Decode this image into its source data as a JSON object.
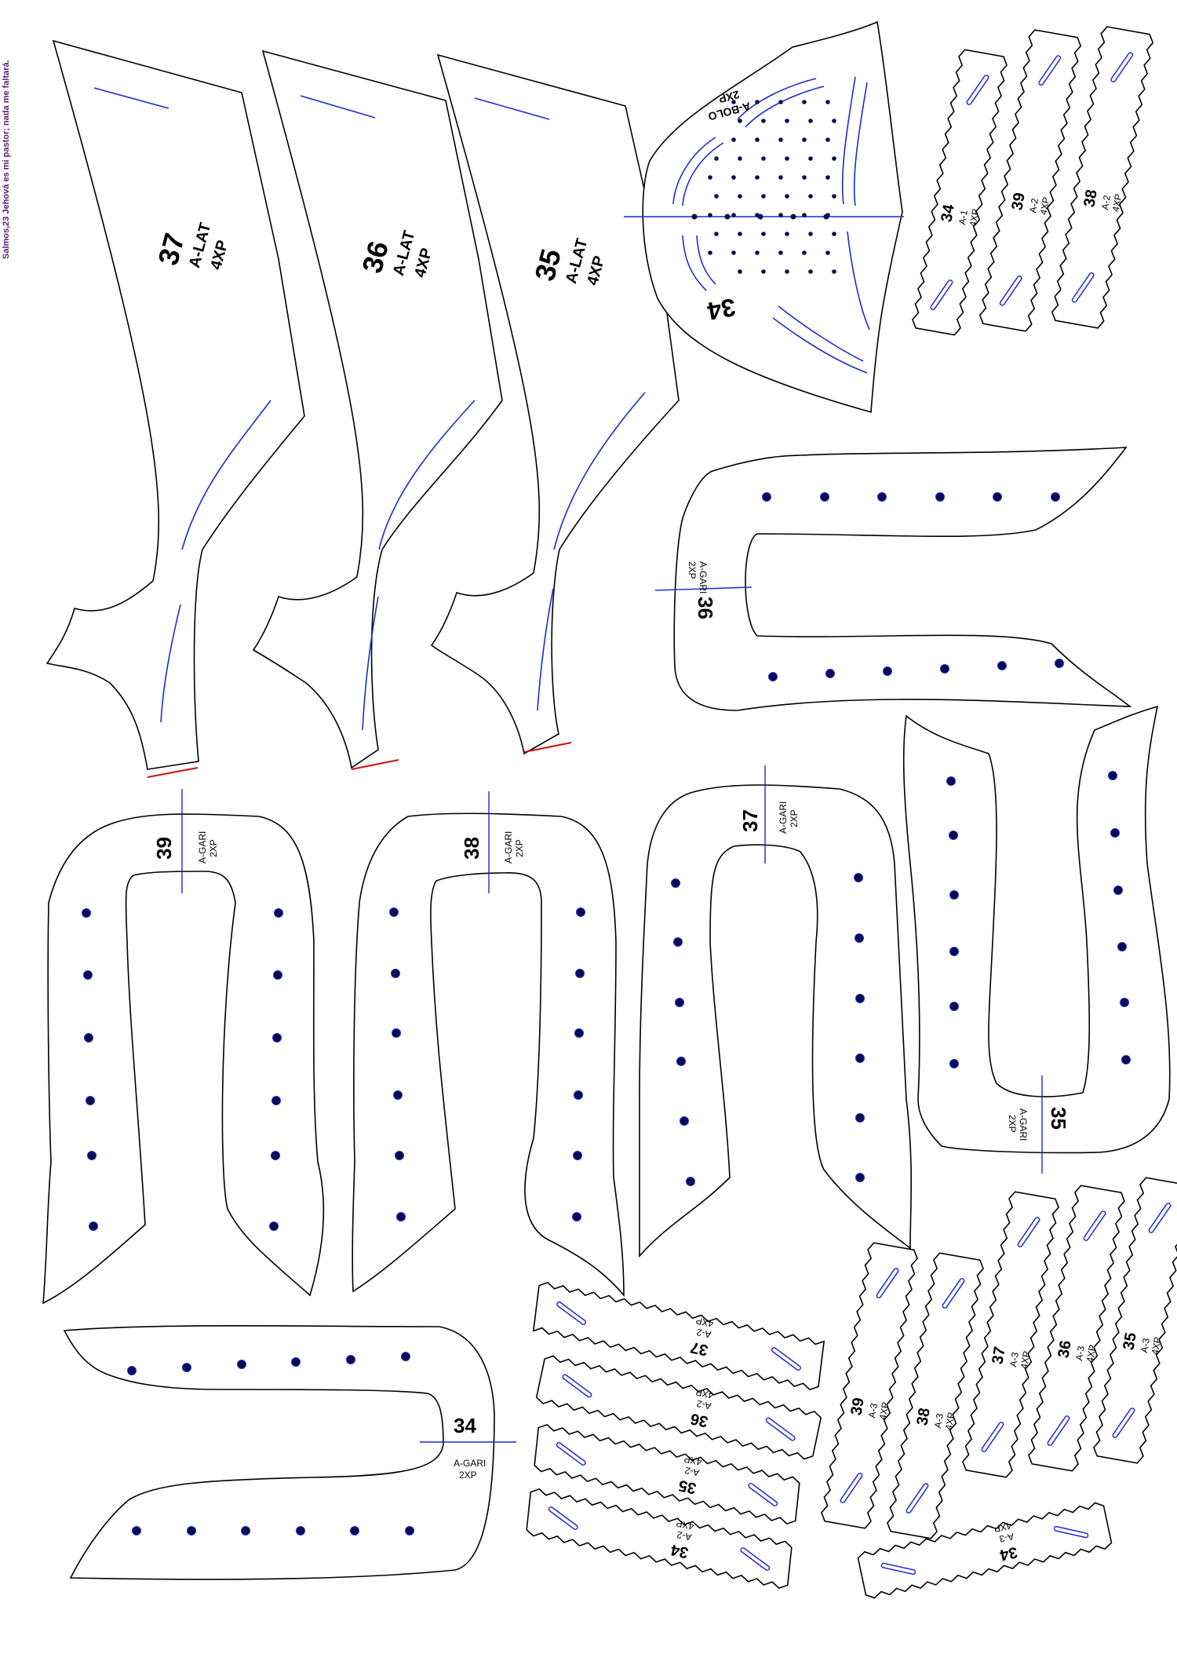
{
  "note": "Salmos,23 Jehová es mi pastor; nada me faltará.",
  "colors": {
    "line": "#000000",
    "guide": "#1f2ad0",
    "hole": "#0a0a50",
    "edge_mark": "#d01010",
    "note": "#5b1a6e"
  },
  "lat": [
    {
      "size": "37",
      "code": "A-LAT",
      "qty": "4XP"
    },
    {
      "size": "36",
      "code": "A-LAT",
      "qty": "4XP"
    },
    {
      "size": "35",
      "code": "A-LAT",
      "qty": "4XP"
    }
  ],
  "bolo": {
    "size": "34",
    "code": "A-BOLO",
    "qty": "2XP"
  },
  "gari": [
    {
      "size": "36",
      "code": "A-GARI",
      "qty": "2XP"
    },
    {
      "size": "39",
      "code": "A-GARI",
      "qty": "2XP"
    },
    {
      "size": "38",
      "code": "A-GARI",
      "qty": "2XP"
    },
    {
      "size": "37",
      "code": "A-GARI",
      "qty": "2XP"
    },
    {
      "size": "35",
      "code": "A-GARI",
      "qty": "2XP"
    },
    {
      "size": "34",
      "code": "A-GARI",
      "qty": "2XP"
    }
  ],
  "strips_top": [
    {
      "size": "34",
      "code": "A-1",
      "qty": "4XP"
    },
    {
      "size": "39",
      "code": "A-2",
      "qty": "4XP"
    },
    {
      "size": "38",
      "code": "A-2",
      "qty": "4XP"
    }
  ],
  "strips_a2": [
    {
      "size": "37",
      "code": "A-2",
      "qty": "4XP"
    },
    {
      "size": "36",
      "code": "A-2",
      "qty": "4XP"
    },
    {
      "size": "35",
      "code": "A-2",
      "qty": "4XP"
    },
    {
      "size": "34",
      "code": "A-2",
      "qty": "4XP"
    }
  ],
  "strips_a3": [
    {
      "size": "39",
      "code": "A-3",
      "qty": "4XP"
    },
    {
      "size": "38",
      "code": "A-3",
      "qty": "4XP"
    },
    {
      "size": "37",
      "code": "A-3",
      "qty": "4XP"
    },
    {
      "size": "36",
      "code": "A-3",
      "qty": "4XP"
    },
    {
      "size": "35",
      "code": "A-3",
      "qty": "4XP"
    },
    {
      "size": "34",
      "code": "A-3",
      "qty": "4XP"
    }
  ]
}
